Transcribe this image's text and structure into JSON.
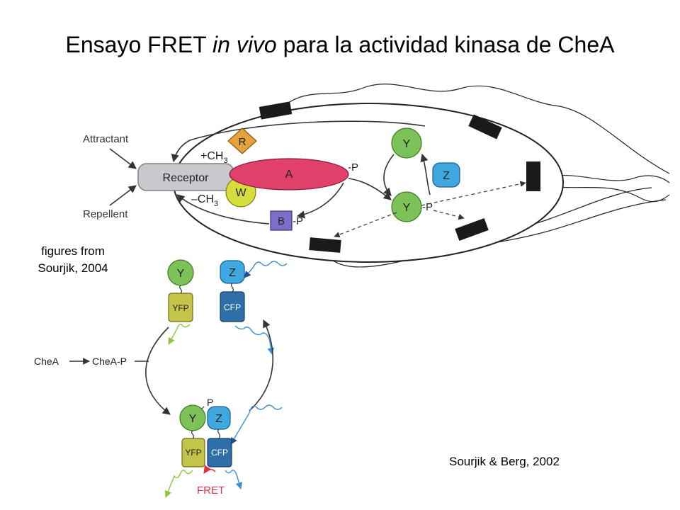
{
  "slide": {
    "title_pre": "Ensayo FRET ",
    "title_italic": "in vivo",
    "title_post": " para la actividad kinasa de CheA",
    "caption_line1": "figures from",
    "caption_line2": "Sourjik, 2004",
    "reference": "Sourjik & Berg, 2002"
  },
  "cell_diagram": {
    "attractant": "Attractant",
    "repellent": "Repellent",
    "receptor": "Receptor",
    "R": "R",
    "W": "W",
    "A": "A",
    "B": "B",
    "Y": "Y",
    "Z": "Z",
    "P": "P",
    "plus_ch": "+CH",
    "minus_ch": "–CH",
    "sub3": "3"
  },
  "fret_diagram": {
    "Y": "Y",
    "Z": "Z",
    "YFP": "YFP",
    "CFP": "CFP",
    "cheA": "CheA",
    "cheA_P": "CheA-P",
    "P": "P",
    "FRET": "FRET"
  },
  "colors": {
    "receptor": "#c8c9cc",
    "R": "#e3a23b",
    "W": "#d7dd3c",
    "A": "#e0416a",
    "B": "#7d6ec6",
    "Y": "#7cc258",
    "Z": "#3fa8e0",
    "YFP": "#c5c44a",
    "CFP": "#2f6fa8",
    "FRET": "#e03040"
  }
}
